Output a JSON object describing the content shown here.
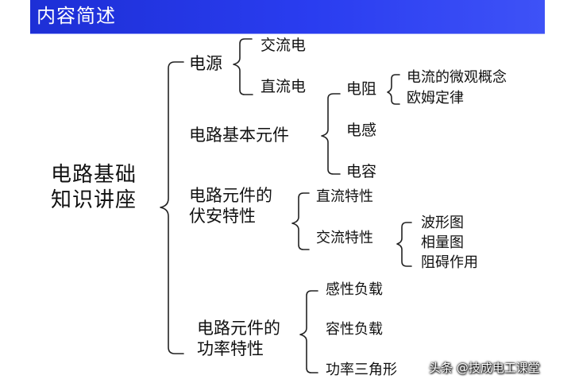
{
  "header": {
    "title": "内容简述"
  },
  "tree": {
    "root": "电路基础\n知识讲座",
    "power_source": {
      "label": "电源",
      "children": [
        "交流电",
        "直流电"
      ]
    },
    "basic_components": {
      "label": "电路基本元件",
      "resistor": {
        "label": "电阻",
        "children": [
          "电流的微观概念",
          "欧姆定律"
        ]
      },
      "inductor": "电感",
      "capacitor": "电容"
    },
    "volt_ampere": {
      "label": "电路元件的\n伏安特性",
      "dc": "直流特性",
      "ac": {
        "label": "交流特性",
        "children": [
          "波形图",
          "相量图",
          "阻碍作用"
        ]
      }
    },
    "power_characteristics": {
      "label": "电路元件的\n功率特性",
      "children": [
        "感性负载",
        "容性负载",
        "功率三角形"
      ]
    }
  },
  "watermark": "头条 @技成电工课堂",
  "colors": {
    "header_bg": "#2a3df0",
    "header_text": "#ffffff",
    "line": "#222222"
  }
}
